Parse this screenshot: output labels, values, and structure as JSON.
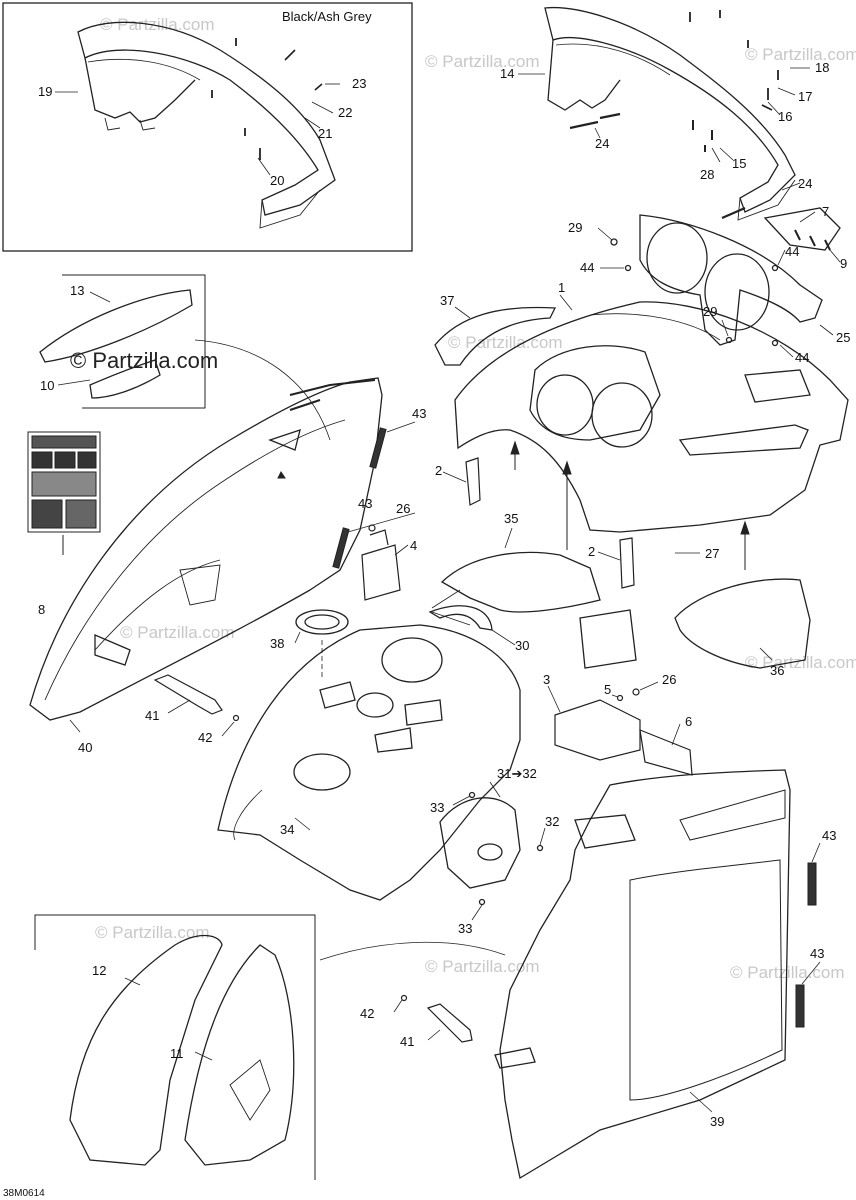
{
  "diagram": {
    "variant_label": "Black/Ash Grey",
    "drawing_code": "38M0614",
    "watermark_dark": "© Partzilla.com",
    "watermark_light": "© Partzilla.com",
    "callouts": {
      "c1": "1",
      "c2a": "2",
      "c2b": "2",
      "c3": "3",
      "c4": "4",
      "c5": "5",
      "c6": "6",
      "c7": "7",
      "c8": "8",
      "c9": "9",
      "c10": "10",
      "c11": "11",
      "c12": "12",
      "c13": "13",
      "c14": "14",
      "c15": "15",
      "c16": "16",
      "c17": "17",
      "c18": "18",
      "c19": "19",
      "c20": "20",
      "c21": "21",
      "c22": "22",
      "c23": "23",
      "c24a": "24",
      "c24b": "24",
      "c25": "25",
      "c26a": "26",
      "c26b": "26",
      "c27": "27",
      "c28": "28",
      "c29a": "29",
      "c29b": "29",
      "c30": "30",
      "c31": "31➔32",
      "c32": "32",
      "c33a": "33",
      "c33b": "33",
      "c34": "34",
      "c35": "35",
      "c36": "36",
      "c37": "37",
      "c38": "38",
      "c39": "39",
      "c40": "40",
      "c41a": "41",
      "c41b": "41",
      "c42a": "42",
      "c42b": "42",
      "c43a": "43",
      "c43b": "43",
      "c43c": "43",
      "c43d": "43",
      "c44a": "44",
      "c44b": "44",
      "c44c": "44"
    }
  }
}
